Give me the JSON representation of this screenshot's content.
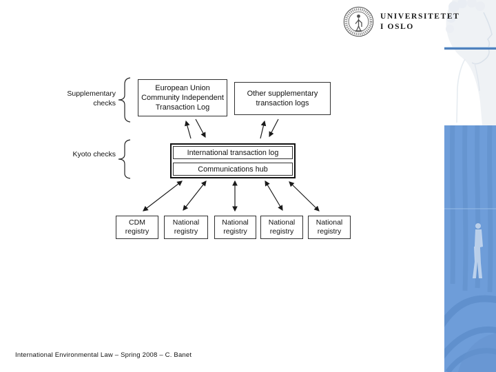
{
  "colors": {
    "panel_blue": "#6e9dd9",
    "divider_blue": "#4f81bd",
    "divider_lightblue": "#b7d2ea"
  },
  "header": {
    "university_name": "UNIVERSITETET\nI OSLO"
  },
  "diagram": {
    "supplementary_label": "Supplementary\nchecks",
    "kyoto_label": "Kyoto checks",
    "eu_box": "European Union\nCommunity Independent\nTransaction Log",
    "other_box": "Other supplementary\ntransaction logs",
    "itl_box": "International transaction log",
    "hub_box": "Communications hub",
    "registries": [
      "CDM\nregistry",
      "National\nregistry",
      "National\nregistry",
      "National\nregistry",
      "National\nregistry"
    ]
  },
  "footer": {
    "text": "International Environmental Law – Spring 2008 – C. Banet"
  }
}
